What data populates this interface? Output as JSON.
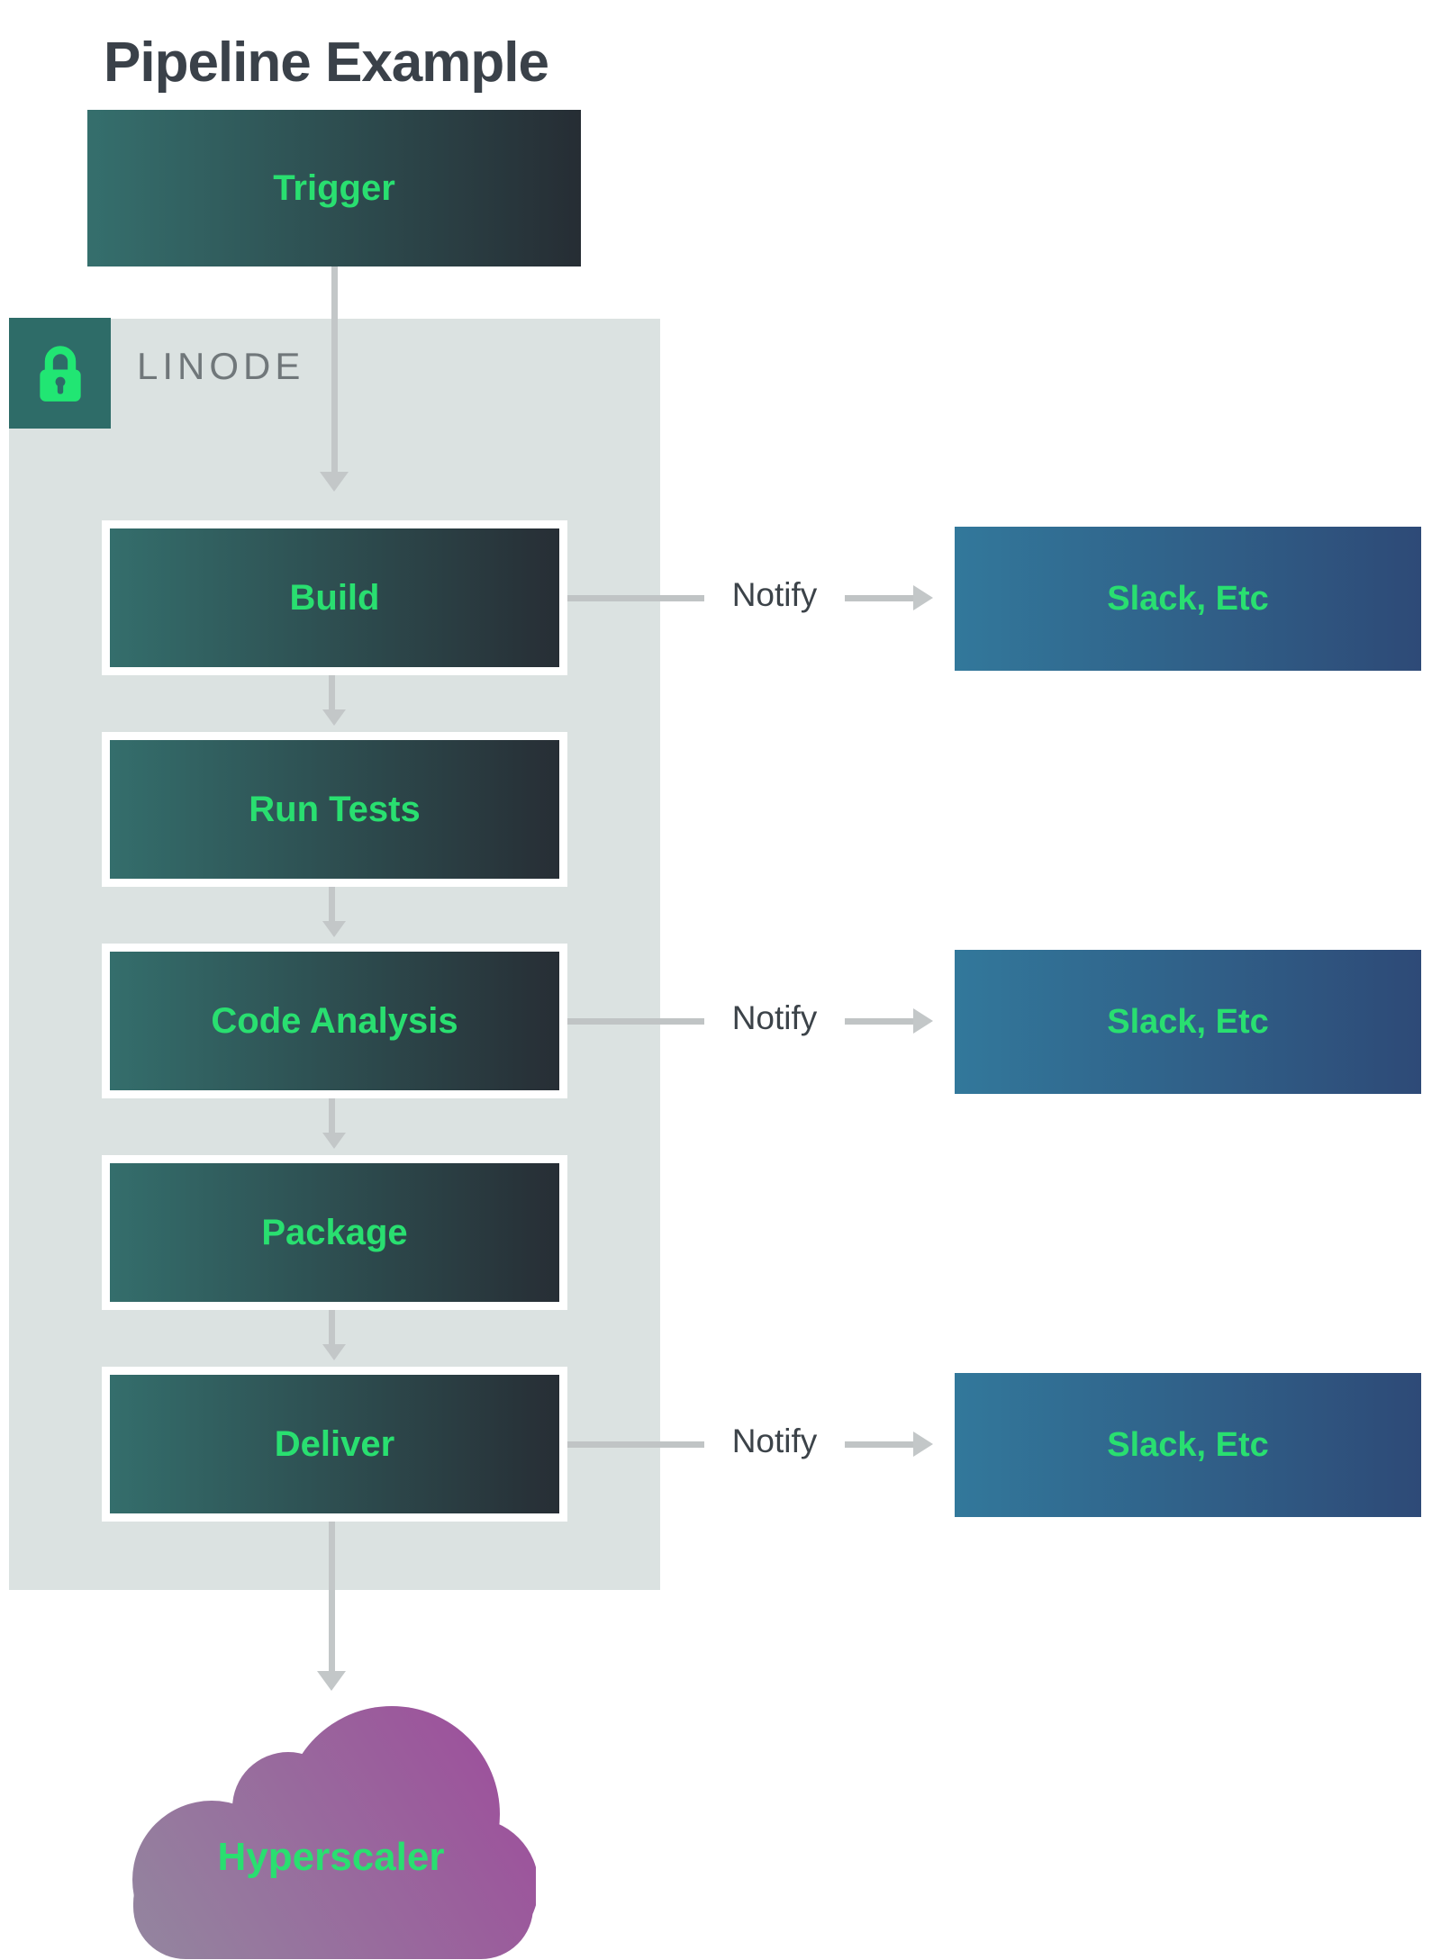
{
  "title": "Pipeline Example",
  "trigger": {
    "label": "Trigger"
  },
  "container": {
    "label": "LINODE",
    "icon": "lock-icon"
  },
  "stages": [
    {
      "id": "build",
      "label": "Build",
      "notifies": true
    },
    {
      "id": "run-tests",
      "label": "Run Tests",
      "notifies": false
    },
    {
      "id": "code-analysis",
      "label": "Code Analysis",
      "notifies": true
    },
    {
      "id": "package",
      "label": "Package",
      "notifies": false
    },
    {
      "id": "deliver",
      "label": "Deliver",
      "notifies": true
    }
  ],
  "notify_rows": [
    {
      "from": "build",
      "label": "Notify",
      "target": "Slack, Etc"
    },
    {
      "from": "code-analysis",
      "label": "Notify",
      "target": "Slack, Etc"
    },
    {
      "from": "deliver",
      "label": "Notify",
      "target": "Slack, Etc"
    }
  ],
  "cloud": {
    "label": "Hyperscaler"
  },
  "colors": {
    "title_text": "#3a4149",
    "stage_gradient_left": "#346e6c",
    "stage_gradient_right": "#272e35",
    "slack_gradient_left": "#32789b",
    "slack_gradient_right": "#2e4a77",
    "node_text_green": "#29df70",
    "container_bg": "#dbe2e1",
    "lock_badge_bg": "#2e6c68",
    "lock_icon_green": "#21e673",
    "linode_text": "#70777a",
    "notify_text": "#3c4349",
    "arrow_gray": "#c3c7c8",
    "cloud_gradient_left": "#93879f",
    "cloud_gradient_right": "#9e4a9b"
  }
}
